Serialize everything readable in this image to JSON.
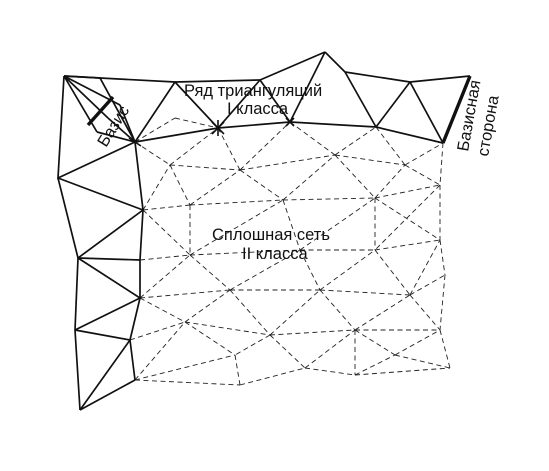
{
  "labels": {
    "row_line1": "Ряд  триангуляций",
    "row_line2": "I класса",
    "base": "Базис",
    "base_side_line1": "Базисная",
    "base_side_line2": "сторона",
    "net_line1": "Сплошная сеть",
    "net_line2": "II класса"
  }
}
